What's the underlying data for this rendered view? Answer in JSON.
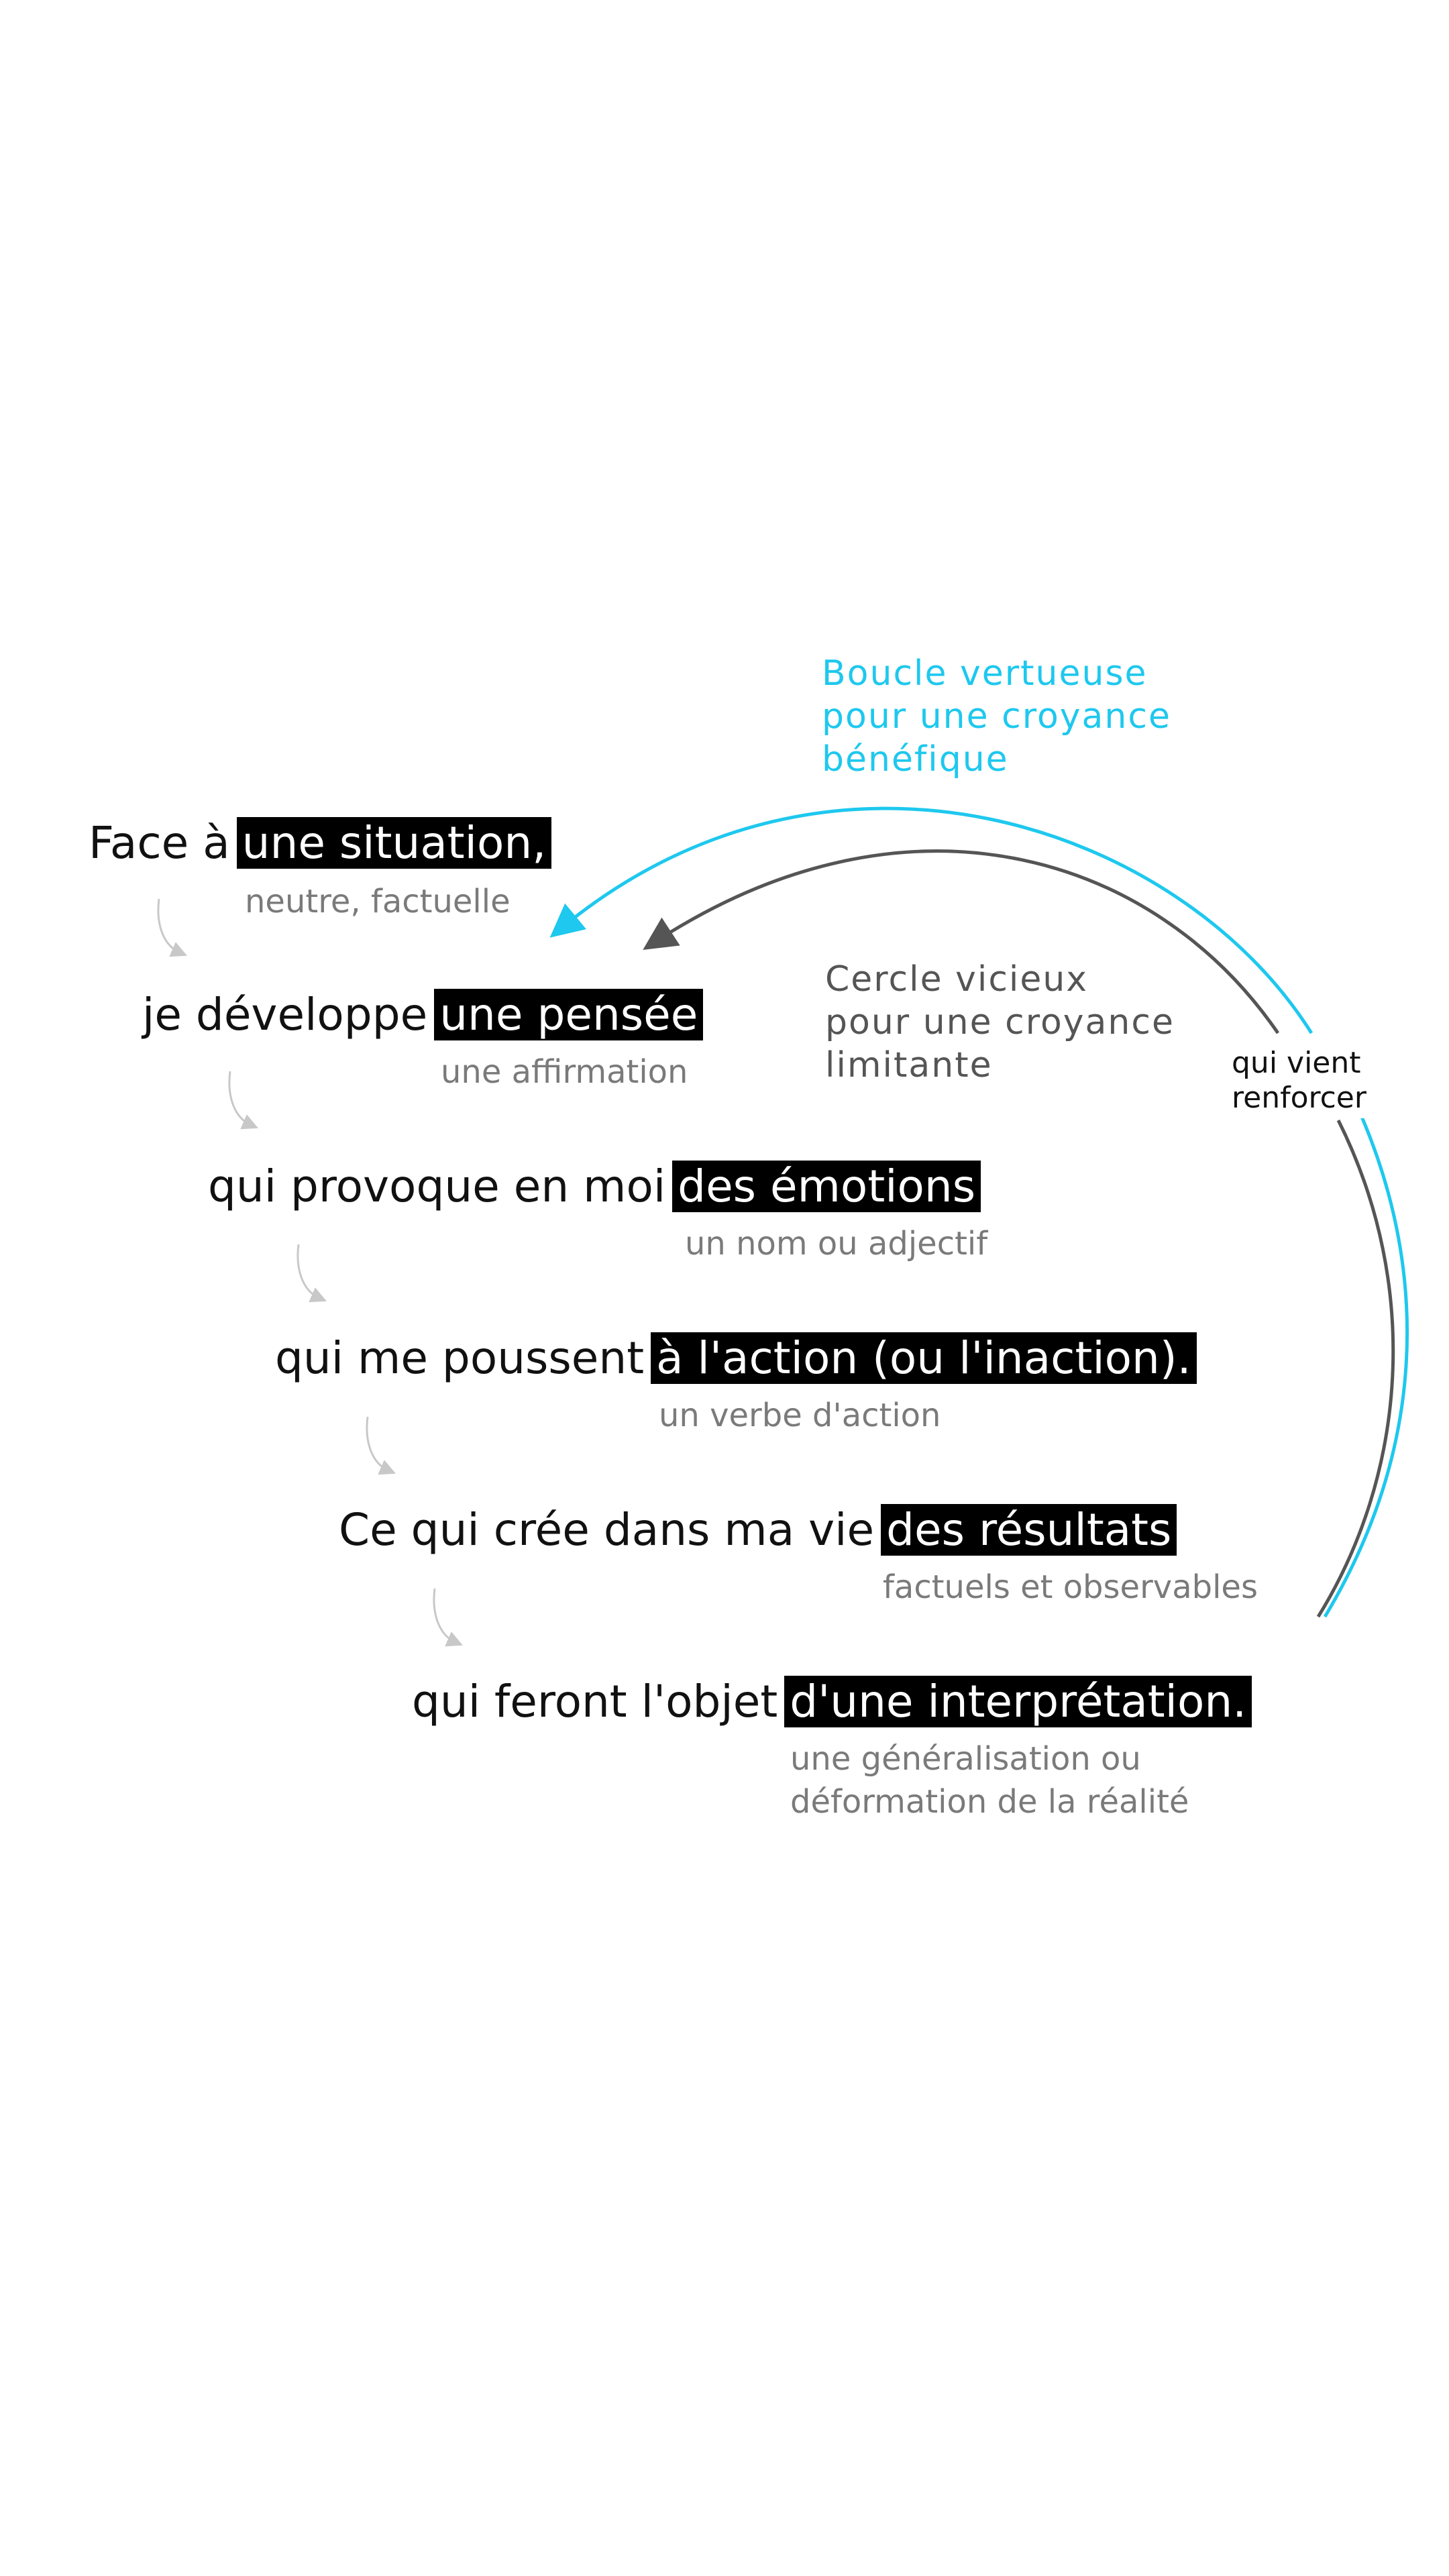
{
  "steps": [
    {
      "lead": "Face à",
      "highlight": "une situation,",
      "note": "neutre, factuelle"
    },
    {
      "lead": "je développe",
      "highlight": "une pensée",
      "note": "une affirmation"
    },
    {
      "lead": "qui provoque en moi",
      "highlight": "des émotions",
      "note": "un nom ou adjectif"
    },
    {
      "lead": "qui me poussent",
      "highlight": "à l'action (ou l'inaction).",
      "note": "un verbe d'action"
    },
    {
      "lead": "Ce qui crée dans ma vie",
      "highlight": "des résultats",
      "note": "factuels et observables"
    },
    {
      "lead": "qui feront l'objet",
      "highlight": "d'une interprétation.",
      "note_lines": [
        "une généralisation ou",
        "déformation de la réalité"
      ]
    }
  ],
  "loops": {
    "virtuous": {
      "lines": [
        "Boucle vertueuse",
        "pour une croyance",
        "bénéfique"
      ],
      "color": "#1ec8ee"
    },
    "vicious": {
      "lines": [
        "Cercle vicieux",
        "pour une croyance",
        "limitante"
      ],
      "color": "#555555"
    },
    "reinforce": {
      "lines": [
        "qui vient",
        "renforcer"
      ]
    }
  },
  "colors": {
    "highlight_bg": "#000000",
    "highlight_text": "#ffffff",
    "note": "#7a7a7a",
    "small_arrow": "#c8c8c8"
  }
}
